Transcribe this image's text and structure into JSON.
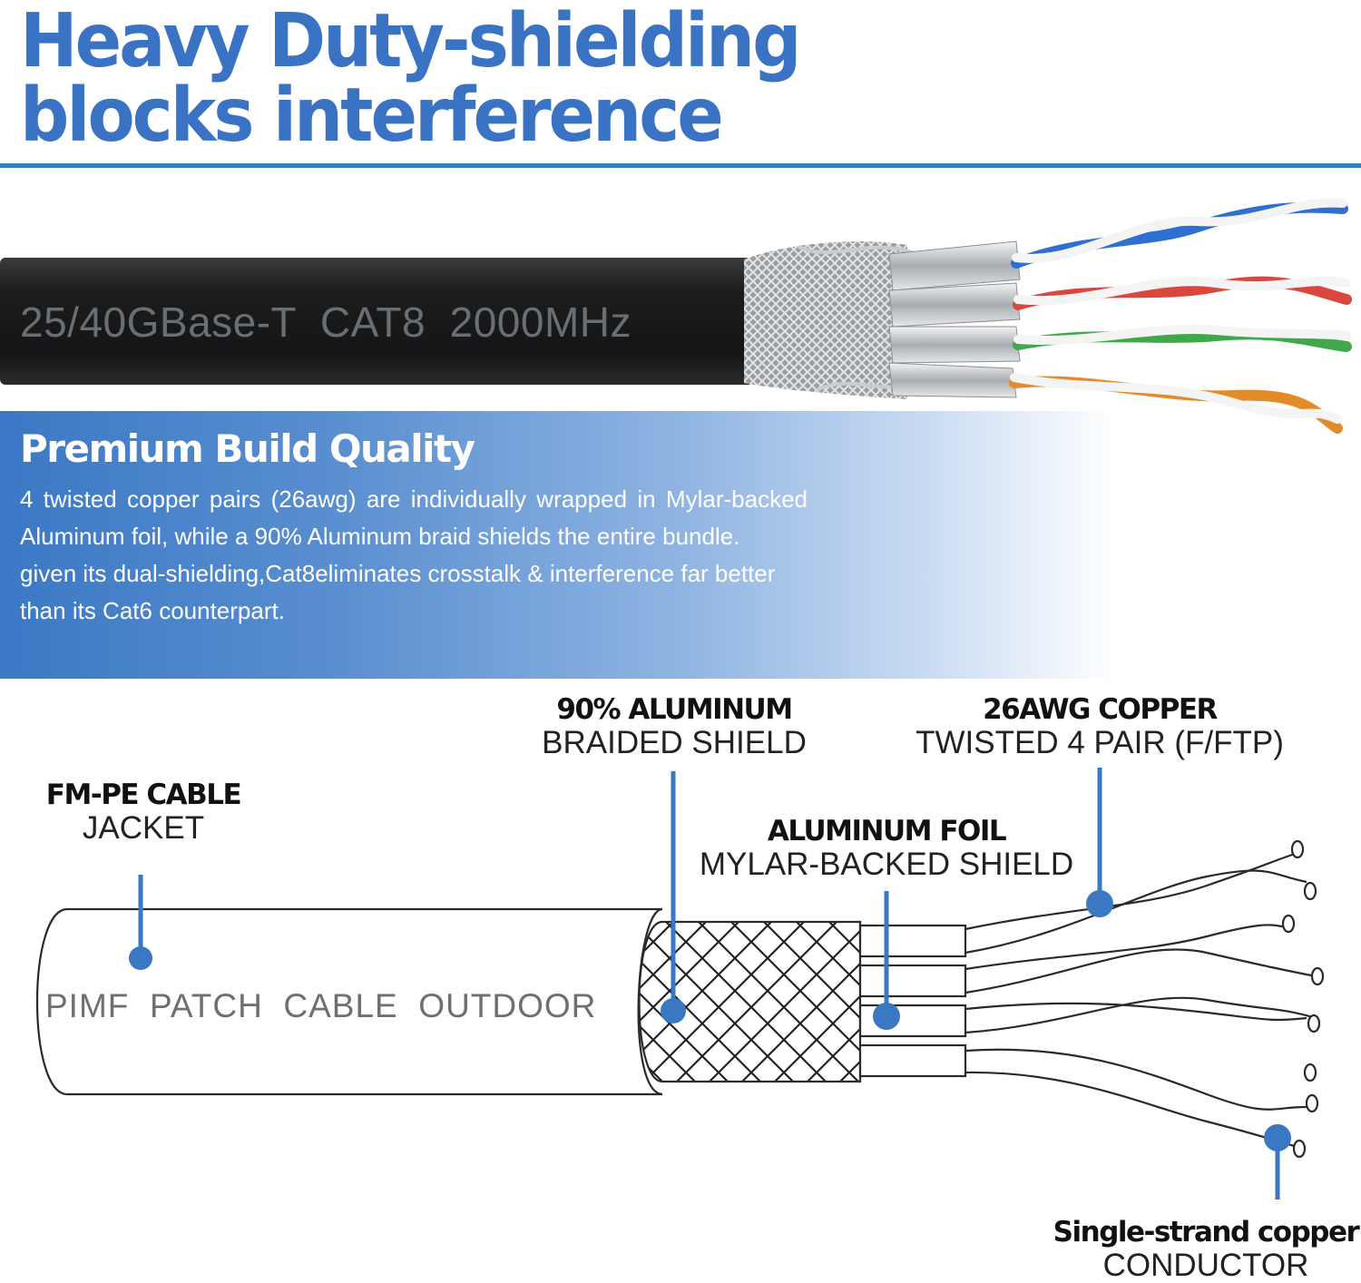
{
  "header": {
    "headline_line1": "Heavy Duty-shielding",
    "headline_line2": "blocks  interference"
  },
  "photo": {
    "cable_print": "25/40GBase-T  CAT8  2000MHz",
    "wire_colors": [
      "#2f6fd0",
      "#d9473f",
      "#3fa84a",
      "#e38a2a"
    ]
  },
  "feature": {
    "title": "Premium Build Quality",
    "paragraph1": "4 twisted copper pairs (26awg) are individually wrapped in Mylar-backed Aluminum foil, while a 90% Aluminum braid shields the entire bundle.",
    "paragraph2": "given its dual-shielding,Cat8eliminates crosstalk & interference far better than its Cat6 counterpart."
  },
  "diagram": {
    "caption": "PIMF  PATCH  CABLE  OUTDOOR",
    "accent_color": "#3a78c4",
    "labels": {
      "jacket": {
        "bold": "FM-PE CABLE",
        "normal": "JACKET"
      },
      "braid": {
        "bold": "90% ALUMINUM",
        "normal": "BRAIDED SHIELD"
      },
      "foil": {
        "bold": "ALUMINUM FOIL",
        "normal": "MYLAR-BACKED SHIELD"
      },
      "copper": {
        "bold": "26AWG COPPER",
        "normal": "TWISTED 4 PAIR (F/FTP)"
      },
      "conductor": {
        "bold": "Single-strand copper",
        "normal": "CONDUCTOR"
      }
    }
  }
}
